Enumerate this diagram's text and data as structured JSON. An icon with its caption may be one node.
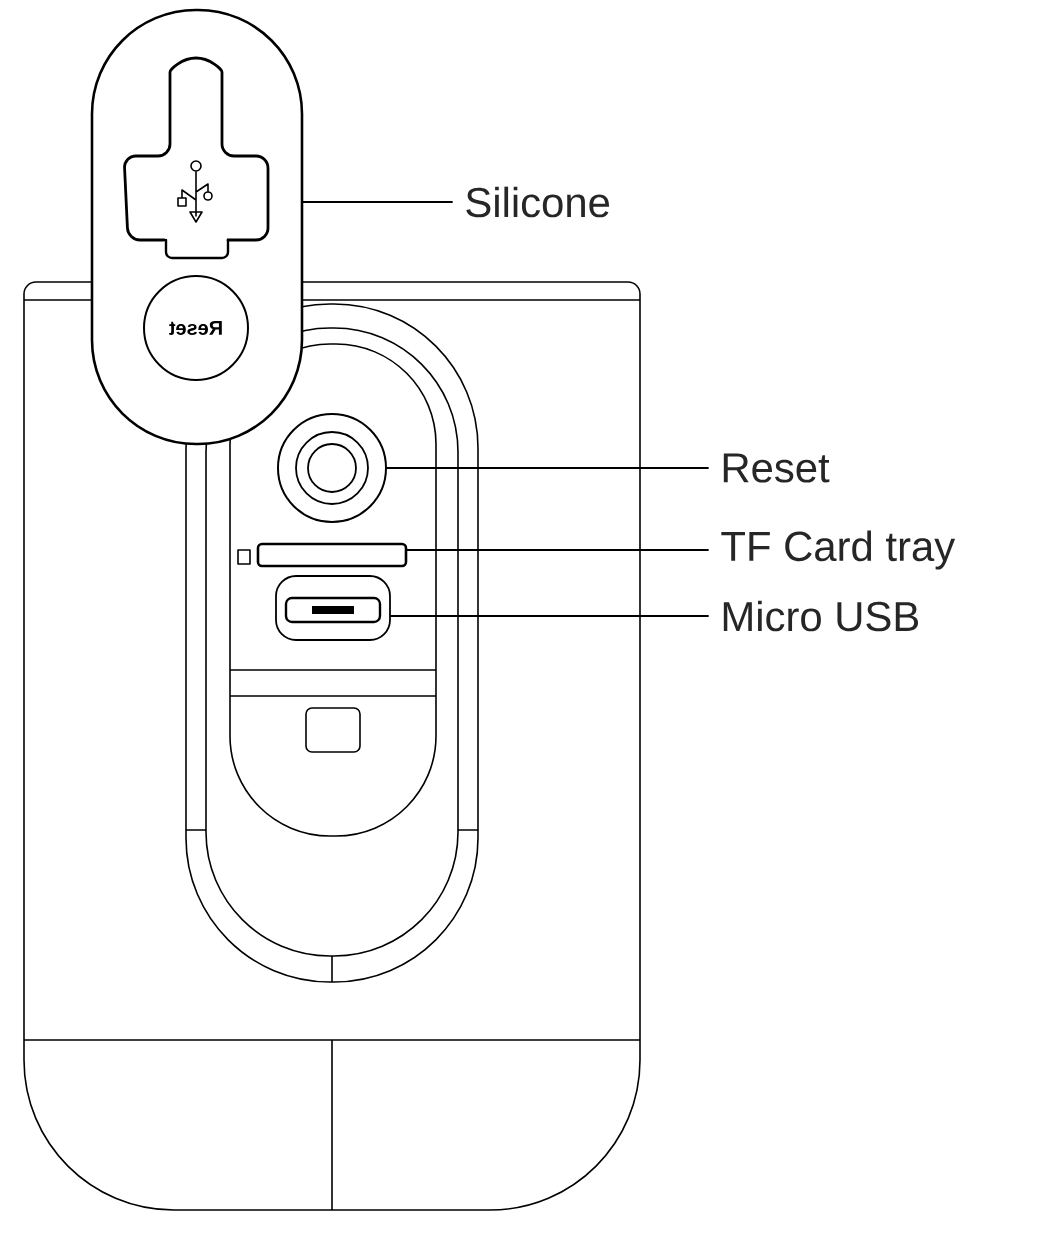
{
  "diagram": {
    "nodes": [
      {
        "text": [
          "Silicone"
        ]
      },
      {
        "text": [],
        "shape": "box"
      },
      {
        "text": [
          "Reset"
        ]
      },
      {
        "text": [],
        "shape": "circle"
      },
      {
        "text": [
          "TF Card tray"
        ]
      },
      {
        "text": [],
        "shape": "box"
      },
      {
        "text": [
          "Micro USB"
        ]
      },
      {
        "text": [],
        "shape": "box"
      }
    ],
    "edges": [
      {
        "from": 0,
        "to": 1,
        "arrow": "none"
      },
      {
        "from": 2,
        "to": 3,
        "arrow": "none"
      },
      {
        "from": 4,
        "to": 5,
        "arrow": "none"
      },
      {
        "from": 6,
        "to": 7,
        "arrow": "none"
      }
    ],
    "labels": [
      "Reset"
    ]
  }
}
